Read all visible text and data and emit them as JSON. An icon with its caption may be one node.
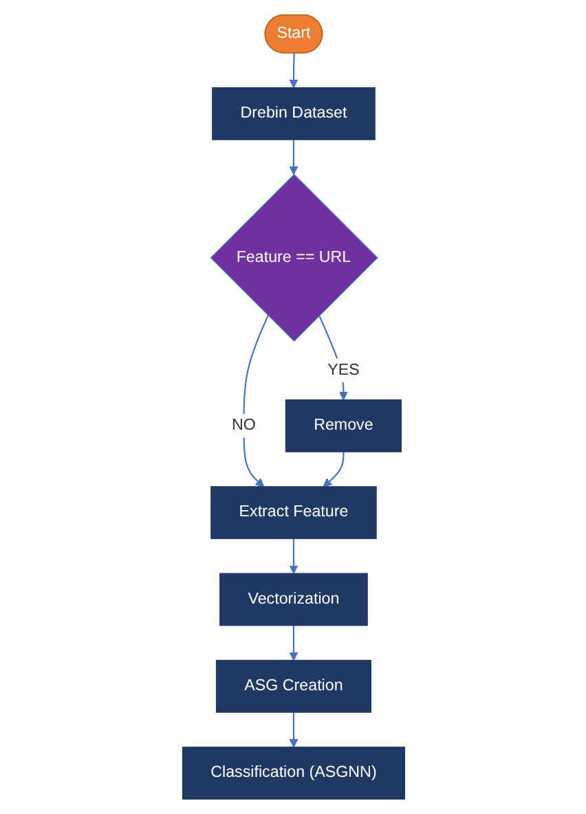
{
  "diagram": {
    "nodes": [
      {
        "text": [
          "Start"
        ]
      },
      {
        "text": [
          "Drebin Dataset"
        ]
      },
      {
        "text": [
          "Feature == URL"
        ]
      },
      {
        "text": [
          "Remove"
        ]
      },
      {
        "text": [
          "Extract Feature"
        ]
      },
      {
        "text": [
          "Vectorization"
        ]
      },
      {
        "text": [
          "ASG Creation"
        ]
      },
      {
        "text": [
          "Classification (ASGNN)"
        ]
      }
    ],
    "edges": [
      {
        "from": 0,
        "to": 1,
        "arrow": "to"
      },
      {
        "from": 1,
        "to": 2,
        "arrow": "to"
      },
      {
        "from": 2,
        "to": 3,
        "arrow": "to",
        "label": "YES"
      },
      {
        "from": 2,
        "to": 4,
        "arrow": "to",
        "label": "NO"
      },
      {
        "from": 3,
        "to": 4,
        "arrow": "to"
      },
      {
        "from": 4,
        "to": 5,
        "arrow": "to"
      },
      {
        "from": 5,
        "to": 6,
        "arrow": "to"
      },
      {
        "from": 6,
        "to": 7,
        "arrow": "to"
      }
    ]
  }
}
